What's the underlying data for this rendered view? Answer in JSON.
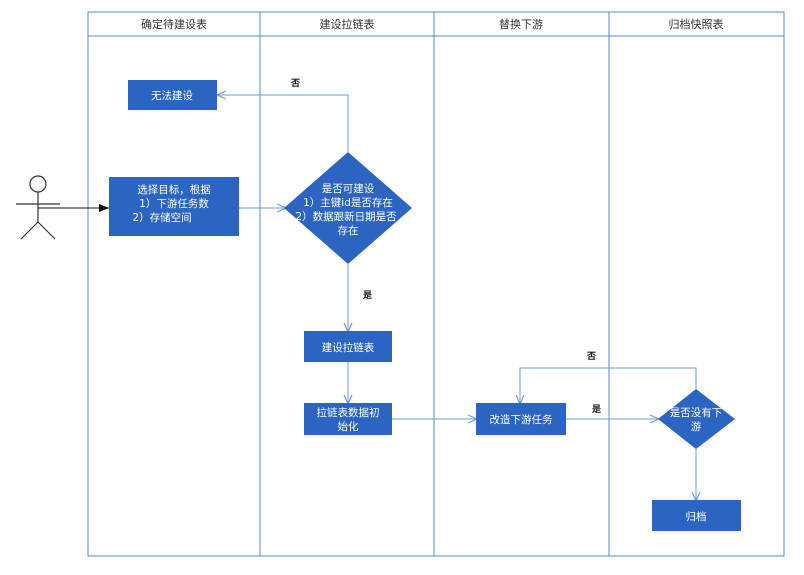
{
  "lanes": [
    "确定待建设表",
    "建设拉链表",
    "替换下游",
    "归档快照表"
  ],
  "nodes": {
    "cannot_build": "无法建设",
    "select_target": [
      "选择目标，根据",
      "1）下游任务数",
      "2）存储空间"
    ],
    "can_build_decision": [
      "是否可建设",
      "1）主键id是否存在",
      "2）数据跟新日期是否",
      "存在"
    ],
    "build_zipper": "建设拉链表",
    "init_zipper": [
      "拉链表数据初",
      "始化"
    ],
    "modify_downstream": "改造下游任务",
    "no_downstream_decision": [
      "是否没有下",
      "游"
    ],
    "archive": "归档"
  },
  "edges": {
    "no_label_1": "否",
    "yes_label_1": "是",
    "no_label_2": "否",
    "yes_label_2": "是"
  },
  "colors": {
    "box_fill": "#2B64C2",
    "lane_border": "#5B87C5",
    "arrow": "#6E9CD8"
  }
}
